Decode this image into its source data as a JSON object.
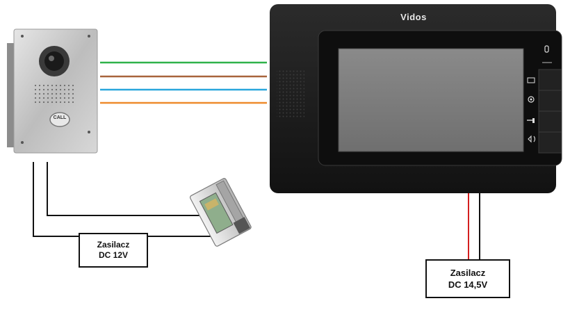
{
  "monitor": {
    "brand": "Vidos"
  },
  "door_station": {
    "call_button": "CALL"
  },
  "power_supply_lock": {
    "line1": "Zasilacz",
    "line2": "DC 12V"
  },
  "power_supply_monitor": {
    "line1": "Zasilacz",
    "line2": "DC 14,5V"
  },
  "colors": {
    "wire_green": "#2fb24a",
    "wire_brown": "#a8643c",
    "wire_blue": "#29a6dc",
    "wire_orange": "#ee8a2c",
    "wire_red": "#d41e1e",
    "wire_black": "#111111",
    "monitor_body": "#1b1b1b",
    "screen": "#7e7e7e",
    "panel_steel": "#c9c9c9"
  }
}
